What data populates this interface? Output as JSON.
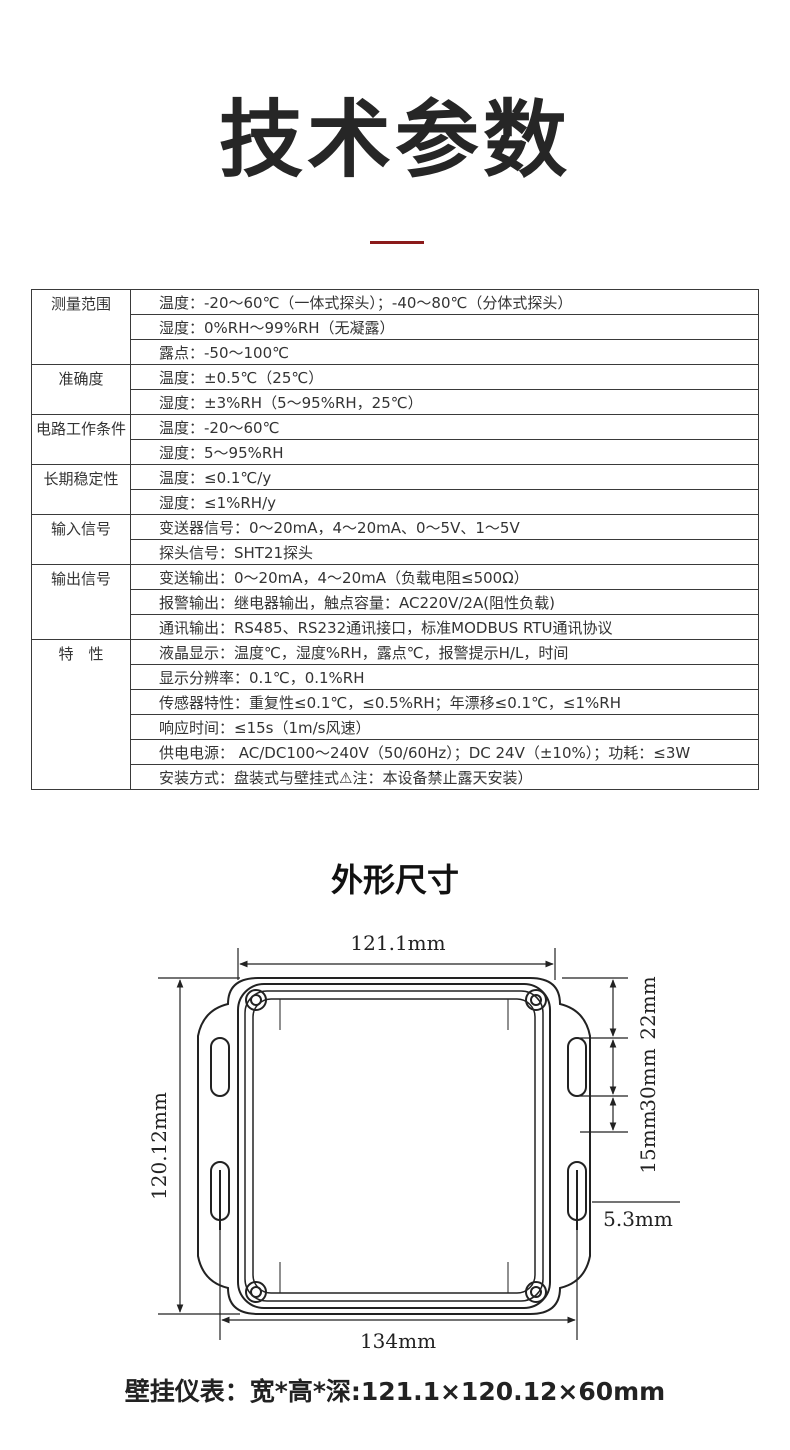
{
  "page": {
    "title": "技术参数",
    "dimension_title": "外形尺寸",
    "footer": "壁挂仪表：宽*高*深:121.1×120.12×60mm",
    "accent_color": "#8b1a1a"
  },
  "spec_table": [
    {
      "category": "测量范围",
      "rows": [
        "温度：-20～60℃（一体式探头）；-40～80℃（分体式探头）",
        "湿度：0%RH～99%RH（无凝露）",
        "露点：-50～100℃"
      ]
    },
    {
      "category": "准确度",
      "rows": [
        "温度：±0.5℃（25℃）",
        "湿度：±3%RH（5～95%RH，25℃）"
      ]
    },
    {
      "category": "电路工作条件",
      "rows": [
        "温度：-20～60℃",
        "湿度：5～95%RH"
      ]
    },
    {
      "category": "长期稳定性",
      "rows": [
        "温度：≤0.1℃/y",
        "湿度：≤1%RH/y"
      ]
    },
    {
      "category": "输入信号",
      "rows": [
        "变送器信号：0～20mA，4～20mA、0～5V、1～5V",
        "探头信号：SHT21探头"
      ]
    },
    {
      "category": "输出信号",
      "rows": [
        "变送输出：0～20mA，4～20mA（负载电阻≤500Ω）",
        "报警输出：继电器输出，触点容量：AC220V/2A(阻性负载)",
        "通讯输出：RS485、RS232通讯接口，标准MODBUS RTU通讯协议"
      ]
    },
    {
      "category": "特　性",
      "rows": [
        "液晶显示：温度℃，湿度%RH，露点℃，报警提示H/L，时间",
        "显示分辨率：0.1℃，0.1%RH",
        "传感器特性：重复性≤0.1℃，≤0.5%RH；年漂移≤0.1℃，≤1%RH",
        "响应时间：≤15s（1m/s风速）",
        "供电电源： AC/DC100～240V（50/60Hz）；DC 24V（±10%）；功耗：≤3W",
        "安装方式：盘装式与壁挂式⚠注：本设备禁止露天安装）"
      ]
    }
  ],
  "drawing": {
    "width_label": "121.1mm",
    "height_label": "120.12mm",
    "overall_width_label": "134mm",
    "slot_width_label": "5.3mm",
    "right_dims": [
      "22mm",
      "30mm",
      "15mm"
    ]
  }
}
